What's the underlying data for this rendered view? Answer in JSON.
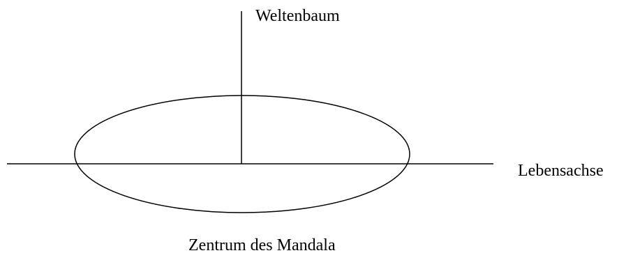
{
  "diagram": {
    "labels": {
      "top": "Weltenbaum",
      "right": "Lebensachse",
      "bottom": "Zentrum des Mandala"
    },
    "colors": {
      "stroke": "#000000",
      "text": "#000000",
      "background": "#ffffff"
    }
  }
}
